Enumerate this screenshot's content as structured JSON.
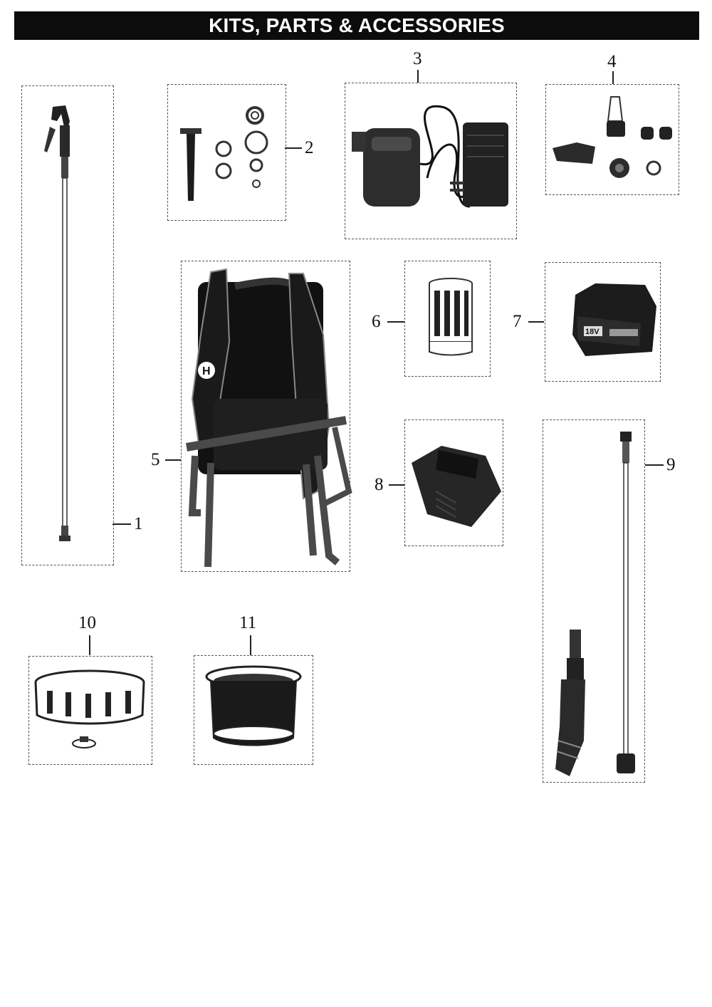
{
  "header": {
    "title": "KITS, PARTS & ACCESSORIES"
  },
  "parts": [
    {
      "number": "1",
      "item": "wand-with-trigger-handle"
    },
    {
      "number": "2",
      "item": "seal-and-o-ring-kit"
    },
    {
      "number": "3",
      "item": "ac-adapter"
    },
    {
      "number": "4",
      "item": "nozzle-kit"
    },
    {
      "number": "5",
      "item": "backpack-harness"
    },
    {
      "number": "6",
      "item": "filter"
    },
    {
      "number": "7",
      "item": "battery"
    },
    {
      "number": "8",
      "item": "battery-charger"
    },
    {
      "number": "9",
      "item": "wand-and-handle"
    },
    {
      "number": "10",
      "item": "tank-lid"
    },
    {
      "number": "11",
      "item": "strainer-basket"
    }
  ],
  "battery_label": "18V"
}
